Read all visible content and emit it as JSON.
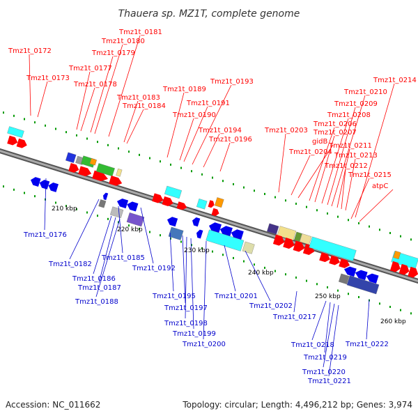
{
  "title": "Thauera sp. MZ1T, complete genome",
  "footer": {
    "accession": "Accession: NC_011662",
    "summary": "Topology: circular; Length: 4,496,212 bp; Genes: 3,974"
  },
  "colors": {
    "forward_label": "#ff0000",
    "reverse_label": "#0000cc",
    "backbone": "#888888",
    "forward_gene": "#ff0000",
    "reverse_gene": "#0000ee",
    "cyan_feature": "#33ffff",
    "tick": "#009900"
  },
  "scale": [
    "210 kbp",
    "220 kbp",
    "230 kbp",
    "240 kbp",
    "250 kbp",
    "260 kbp"
  ],
  "forward_genes": [
    "Tmz1t_0172",
    "Tmz1t_0173",
    "Tmz1t_0177",
    "Tmz1t_0178",
    "Tmz1t_0179",
    "Tmz1t_0180",
    "Tmz1t_0181",
    "Tmz1t_0183",
    "Tmz1t_0184",
    "Tmz1t_0189",
    "Tmz1t_0190",
    "Tmz1t_0191",
    "Tmz1t_0193",
    "Tmz1t_0194",
    "Tmz1t_0196",
    "Tmz1t_0203",
    "Tmz1t_0204",
    "gidB",
    "Tmz1t_0206",
    "Tmz1t_0207",
    "Tmz1t_0208",
    "Tmz1t_0209",
    "Tmz1t_0210",
    "Tmz1t_0211",
    "Tmz1t_0212",
    "Tmz1t_0213",
    "Tmz1t_0214",
    "Tmz1t_0215",
    "atpC"
  ],
  "reverse_genes": [
    "Tmz1t_0176",
    "Tmz1t_0182",
    "Tmz1t_0185",
    "Tmz1t_0186",
    "Tmz1t_0187",
    "Tmz1t_0188",
    "Tmz1t_0192",
    "Tmz1t_0195",
    "Tmz1t_0197",
    "Tmz1t_0198",
    "Tmz1t_0199",
    "Tmz1t_0200",
    "Tmz1t_0201",
    "Tmz1t_0202",
    "Tmz1t_0217",
    "Tmz1t_0218",
    "Tmz1t_0219",
    "Tmz1t_0220",
    "Tmz1t_0221",
    "Tmz1t_0222"
  ]
}
